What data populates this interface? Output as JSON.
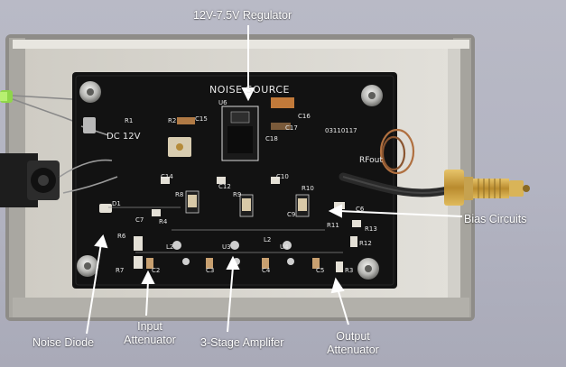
{
  "annotations": {
    "regulator": "12V-7.5V Regulator",
    "bias_circuits": "Bias Circuits",
    "noise_diode": "Noise Diode",
    "input_attenuator_line1": "Input",
    "input_attenuator_line2": "Attenuator",
    "amplifier": "3-Stage Amplifer",
    "output_attenuator_line1": "Output",
    "output_attenuator_line2": "Attenuator"
  },
  "pcb": {
    "title": "NOISE SOURCE",
    "power_label": "DC 12V",
    "rf_out_label": "RFout",
    "date_code": "03110117",
    "refdes": [
      "R1",
      "R2",
      "C15",
      "U6",
      "C16",
      "C17",
      "C18",
      "C14",
      "R8",
      "C12",
      "R9",
      "C10",
      "R10",
      "C9",
      "C6",
      "D1",
      "C7",
      "R4",
      "R11",
      "R13",
      "R12",
      "R6",
      "R7",
      "L2",
      "U3",
      "L2",
      "U4",
      "C2",
      "C3",
      "C4",
      "C5",
      "R3"
    ]
  },
  "colors": {
    "background": "#b5b6c4",
    "enclosure": "#c9c7c2",
    "pcb": "#121212",
    "annotation_text": "#ffffff",
    "coax": "#2a2a2a",
    "sma_gold": "#c9a24a"
  }
}
